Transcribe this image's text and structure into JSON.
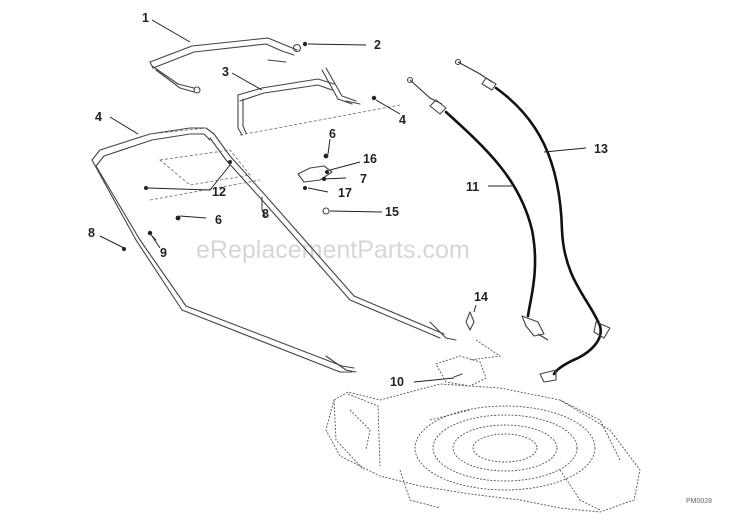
{
  "watermark": "eReplacementParts.com",
  "drawing_code": "PM0028",
  "callouts": [
    "1",
    "2",
    "3",
    "4",
    "4",
    "6",
    "16",
    "7",
    "17",
    "12",
    "8",
    "15",
    "6",
    "8",
    "9",
    "11",
    "13",
    "14",
    "10"
  ]
}
